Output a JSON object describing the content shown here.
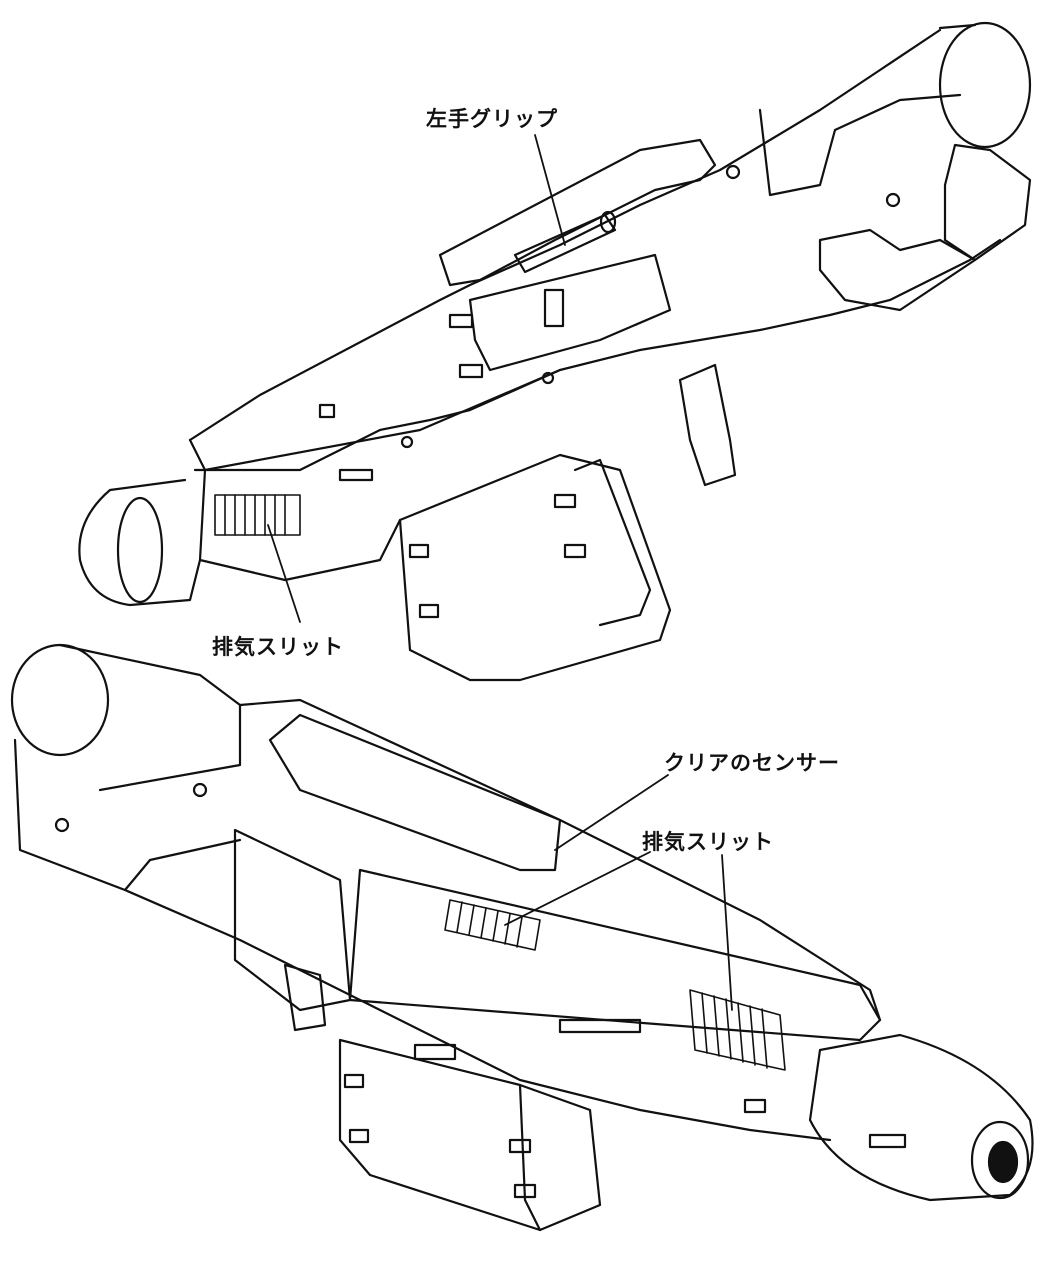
{
  "callouts": {
    "left_hand_grip": "左手グリップ",
    "exhaust_slit_top": "排気スリット",
    "clear_sensor": "クリアのセンサー",
    "exhaust_slit_bottom": "排気スリット"
  },
  "colors": {
    "ink": "#111111",
    "paper": "#ffffff"
  }
}
